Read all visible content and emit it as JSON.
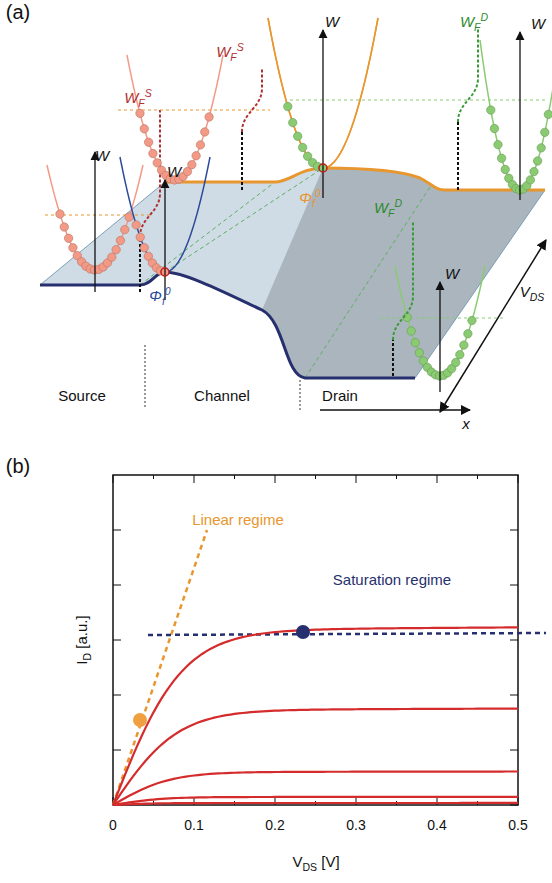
{
  "diagram": {
    "labels": [
      "(a)",
      "W",
      "WFS",
      "W",
      "WFS",
      "W",
      "Φf0",
      "WFD",
      "W",
      "VDS",
      "Φf0",
      "WFD",
      "W",
      "Source",
      "Channel",
      "Drain",
      "x",
      "(b)",
      "Linear regime",
      "Saturation regime",
      "ID [a.u.]",
      "VDS [V]",
      "0",
      "0.1",
      "0.2",
      "0.3",
      "0.4",
      "0.5"
    ]
  }
}
